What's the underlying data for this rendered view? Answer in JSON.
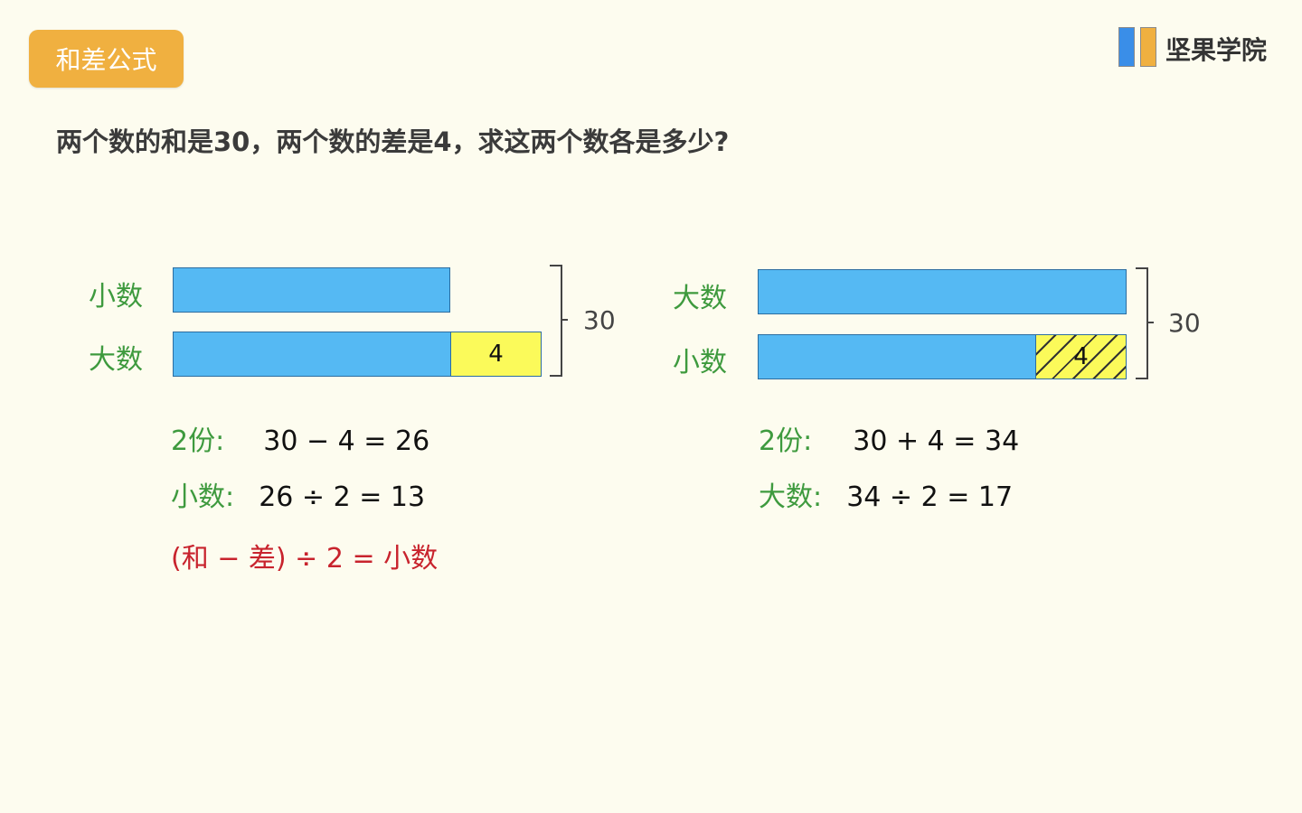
{
  "badge": "和差公式",
  "logo": {
    "text": "坚果学院",
    "colors": [
      "#3a8ee8",
      "#f0b040"
    ]
  },
  "question": "两个数的和是30，两个数的差是4，求这两个数各是多少?",
  "left": {
    "row1_label": "小数",
    "row2_label": "大数",
    "diff_value": "4",
    "total": "30",
    "eq1": {
      "label": "2份:",
      "expr": "30 − 4 = 26"
    },
    "eq2": {
      "label": "小数:",
      "expr": "26 ÷ 2 = 13"
    },
    "formula": "(和 − 差) ÷ 2 = 小数"
  },
  "right": {
    "row1_label": "大数",
    "row2_label": "小数",
    "diff_value": "4",
    "total": "30",
    "eq1": {
      "label": "2份:",
      "expr": "30 + 4 = 34"
    },
    "eq2": {
      "label": "大数:",
      "expr": "34 ÷ 2 = 17"
    }
  },
  "colors": {
    "background": "#fdfcef",
    "bar": "#55b9f3",
    "diff": "#fbfa5a",
    "label_green": "#3e9a3e",
    "formula_red": "#c8232d",
    "badge": "#f0b040"
  }
}
